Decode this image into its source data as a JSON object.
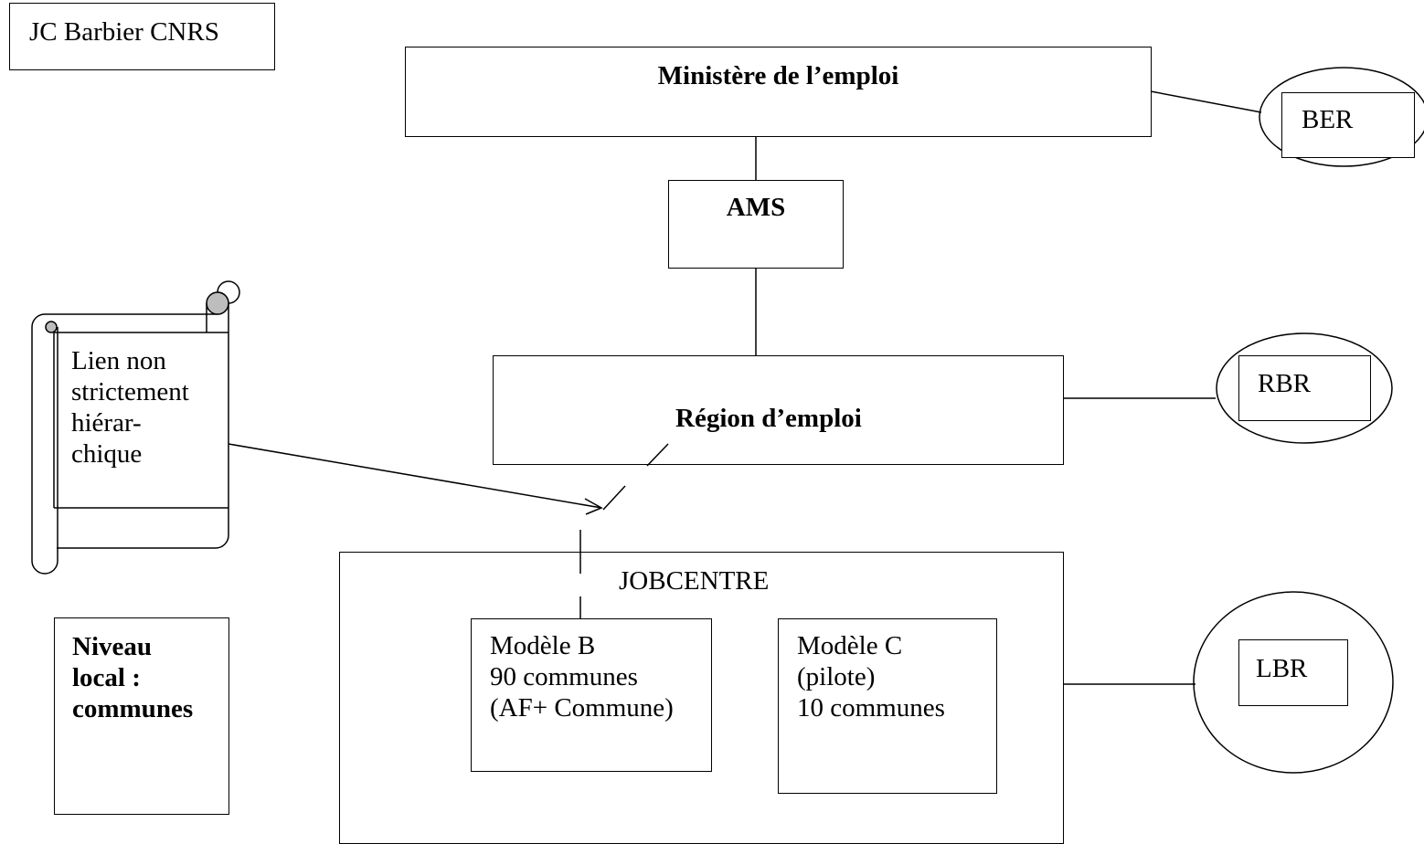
{
  "author_box": "JC Barbier CNRS",
  "ministry": "Ministère de l’emploi",
  "ber": "BER",
  "ams": "AMS",
  "region": "Région d’emploi",
  "rbr": "RBR",
  "scroll_note": [
    "Lien non",
    "strictement",
    "hiérar-",
    "chique"
  ],
  "local_level": [
    "Niveau",
    "local :",
    "communes"
  ],
  "jobcentre": "JOBCENTRE",
  "model_b": [
    "Modèle B",
    "90 communes",
    "(AF+ Commune)"
  ],
  "model_c": [
    "Modèle C",
    "(pilote)",
    "10 communes"
  ],
  "lbr": "LBR"
}
